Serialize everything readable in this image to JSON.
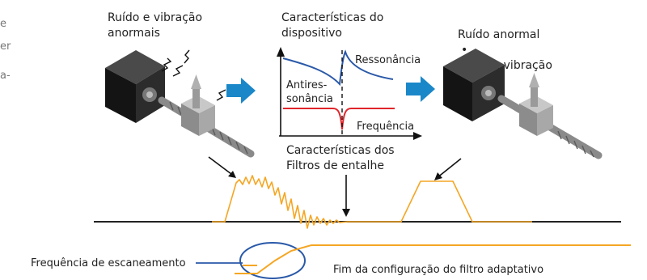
{
  "edge_fragments": [
    "e",
    "er",
    "a-"
  ],
  "labels": {
    "left_title": "Ruído e vibração\nanormais",
    "center_title": "Características do\ndispositivo",
    "right_title_a": "Ruído anormal",
    "right_title_b": "reduz a vibração",
    "resonance": "Ressonância",
    "antiresonance": "Antires-\nsonância",
    "frequency": "Frequência",
    "notch_filter": "Características dos\nFiltros de entalhe",
    "scan_frequency": "Frequência de escaneamento",
    "filter_done": "Fim da configuração do filtro adaptativo"
  },
  "colors": {
    "orange": "#f5a623",
    "blue_arrow": "#1a87c8",
    "device_curve": "#2a59a8",
    "filter_curve": "#e0262b",
    "scan_line": "#2a59a8",
    "baseline": "#222222"
  },
  "icons": [
    "servo-motor-noisy",
    "servo-motor-quiet",
    "right-arrow-blue",
    "noise-zigzag"
  ]
}
